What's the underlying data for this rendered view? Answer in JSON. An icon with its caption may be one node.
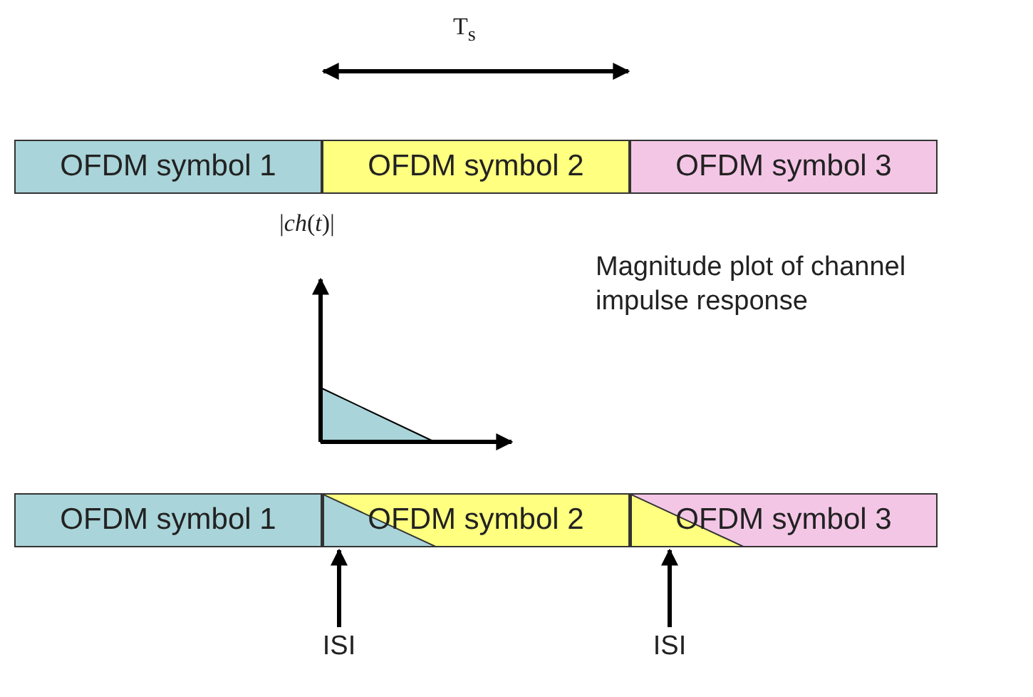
{
  "diagram": {
    "nodes": [
      {
        "text": [
          "OFDM symbol 1"
        ]
      },
      {
        "text": [
          "OFDM symbol 2"
        ]
      },
      {
        "text": [
          "OFDM symbol 3"
        ]
      },
      {
        "text": [
          "OFDM symbol 1"
        ]
      },
      {
        "text": [
          "OFDM symbol 2"
        ]
      },
      {
        "text": [
          "OFDM symbol 3"
        ]
      },
      {
        "text": [
          "ISI"
        ]
      },
      {
        "text": [
          "ISI"
        ]
      }
    ],
    "edges": [
      {
        "from": 6,
        "to": 4,
        "arrow": "to"
      },
      {
        "from": 7,
        "to": 5,
        "arrow": "to"
      }
    ],
    "labels": [
      "T$_{s}$",
      "|*ch*(*t*)|",
      "Magnitude plot of channel impulse response"
    ]
  }
}
